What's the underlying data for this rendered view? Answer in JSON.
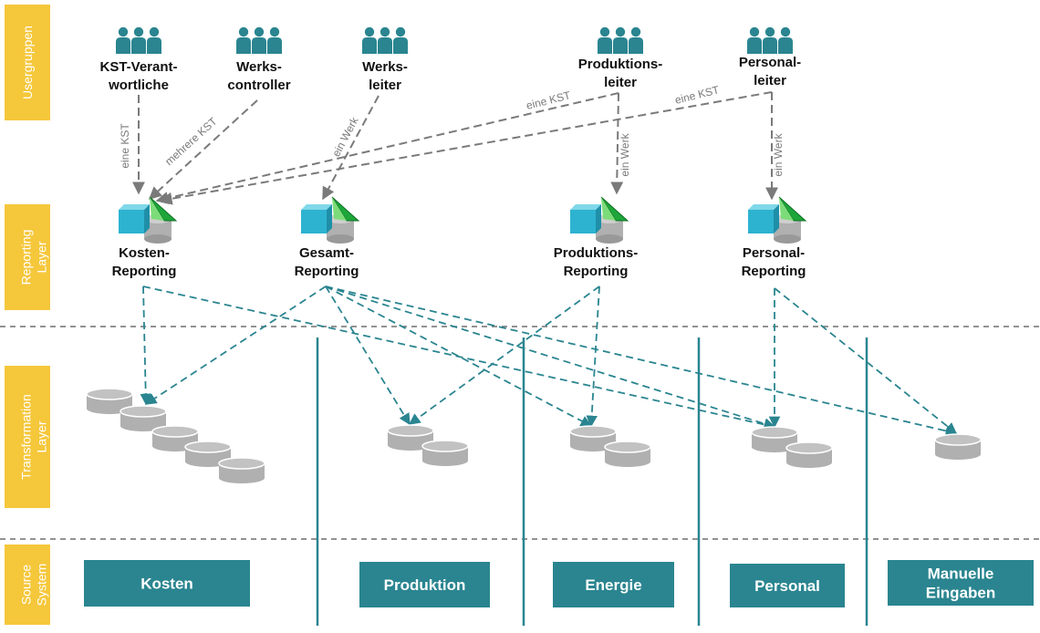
{
  "bands": [
    {
      "id": "user",
      "lines": [
        "Usergruppen"
      ]
    },
    {
      "id": "reporting",
      "lines": [
        "Reporting",
        "Layer"
      ]
    },
    {
      "id": "transformation",
      "lines": [
        "Transformation",
        "Layer"
      ]
    },
    {
      "id": "source",
      "lines": [
        "Source",
        "System"
      ]
    }
  ],
  "user_groups": [
    {
      "id": "kst",
      "lines": [
        "KST-Verant-",
        "wortliche"
      ]
    },
    {
      "id": "wc",
      "lines": [
        "Werks-",
        "controller"
      ]
    },
    {
      "id": "wl",
      "lines": [
        "Werks-",
        "leiter"
      ]
    },
    {
      "id": "pl",
      "lines": [
        "Produktions-",
        "leiter"
      ]
    },
    {
      "id": "pers",
      "lines": [
        "Personal-",
        "leiter"
      ]
    }
  ],
  "reports": [
    {
      "id": "kosten",
      "lines": [
        "Kosten-",
        "Reporting"
      ]
    },
    {
      "id": "gesamt",
      "lines": [
        "Gesamt-",
        "Reporting"
      ]
    },
    {
      "id": "produktion",
      "lines": [
        "Produktions-",
        "Reporting"
      ]
    },
    {
      "id": "personal",
      "lines": [
        "Personal-",
        "Reporting"
      ]
    }
  ],
  "access_edges": [
    {
      "from": "kst",
      "to": "kosten",
      "label": "eine KST"
    },
    {
      "from": "wc",
      "to": "kosten",
      "label": "mehrere KST"
    },
    {
      "from": "wl",
      "to": "gesamt",
      "label": "ein Werk"
    },
    {
      "from": "pl",
      "to": "kosten",
      "label": "eine KST"
    },
    {
      "from": "pers",
      "to": "kosten",
      "label": "eine KST"
    },
    {
      "from": "pl",
      "to": "produktion",
      "label": "ein Werk"
    },
    {
      "from": "pers",
      "to": "personal",
      "label": "ein Werk"
    }
  ],
  "data_edges": [
    {
      "from": "kosten",
      "to": "kosten"
    },
    {
      "from": "kosten",
      "to": "personal"
    },
    {
      "from": "gesamt",
      "to": "kosten"
    },
    {
      "from": "gesamt",
      "to": "produktion"
    },
    {
      "from": "gesamt",
      "to": "energie"
    },
    {
      "from": "gesamt",
      "to": "personal"
    },
    {
      "from": "gesamt",
      "to": "manuell"
    },
    {
      "from": "produktion",
      "to": "produktion"
    },
    {
      "from": "produktion",
      "to": "energie"
    },
    {
      "from": "personal",
      "to": "personal"
    },
    {
      "from": "personal",
      "to": "manuell"
    }
  ],
  "sources": [
    {
      "id": "kosten",
      "lines": [
        "Kosten"
      ]
    },
    {
      "id": "produktion",
      "lines": [
        "Produktion"
      ]
    },
    {
      "id": "energie",
      "lines": [
        "Energie"
      ]
    },
    {
      "id": "personal",
      "lines": [
        "Personal"
      ]
    },
    {
      "id": "manuell",
      "lines": [
        "Manuelle",
        "Eingaben"
      ]
    }
  ],
  "colors": {
    "band": "#f5c73b",
    "teal": "#2a8590",
    "user_icon": "#2a8590",
    "access_edge": "#7a7a7a",
    "cylinder": "#b0b0b0",
    "cube": "#2db3d0",
    "pyramid": "#1ea63a",
    "divider": "#6f6f6f"
  },
  "icons": {
    "user_group": "user-group-icon",
    "report": "report-cube-pyramid-icon",
    "data_store": "database-cylinder-icon"
  }
}
